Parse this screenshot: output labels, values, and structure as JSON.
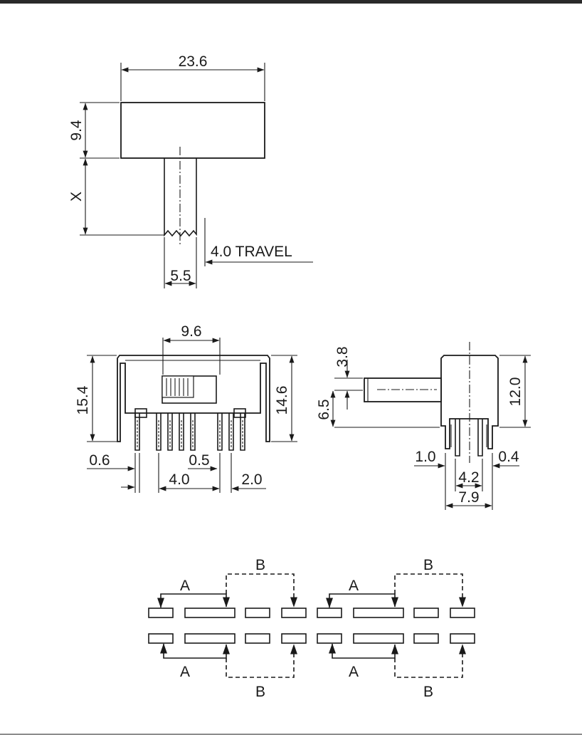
{
  "top_view": {
    "width_label": "23.6",
    "height_label": "9.4",
    "shaft_label": "X",
    "shaft_width_label": "5.5",
    "travel_label": "4.0  TRAVEL"
  },
  "front_view": {
    "span_label": "9.6",
    "height_left_label": "15.4",
    "height_right_label": "14.6",
    "pin_width_label": "0.6",
    "pin_pitch_label": "4.0",
    "pin_gap_label": "0.5",
    "pin_spacing_label": "2.0"
  },
  "side_view": {
    "actuator_offset_label": "3.8",
    "actuator_height_label": "6.5",
    "height_label": "12.0",
    "pin_offset_label": "1.0",
    "pin_span_label": "4.2",
    "pin_thickness_label": "0.4",
    "overall_depth_label": "7.9"
  },
  "schematic": {
    "pole_a_label": "A",
    "pole_b_label": "B"
  }
}
